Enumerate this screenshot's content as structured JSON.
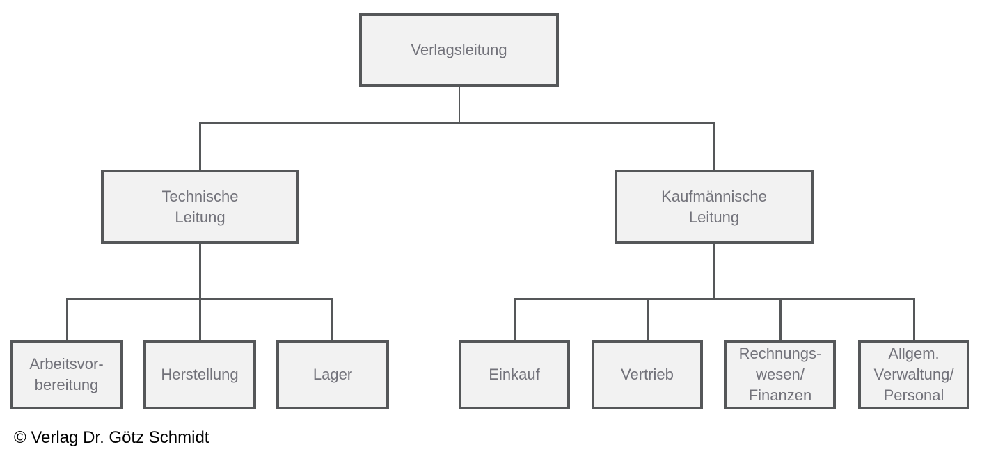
{
  "colors": {
    "box_fill": "#f2f2f2",
    "box_border": "#555759",
    "box_text": "#72727a",
    "connector": "#555759",
    "copyright_text": "#000000"
  },
  "footer": {
    "copyright": "© Verlag Dr. Götz Schmidt"
  },
  "diagram": {
    "type": "org-chart",
    "nodes": [
      {
        "id": "verlagsleitung",
        "label": "Verlagsleitung",
        "parent": null
      },
      {
        "id": "technische-leitung",
        "label": "Technische\nLeitung",
        "parent": "verlagsleitung"
      },
      {
        "id": "kaufmaennische-leitung",
        "label": "Kaufmännische\nLeitung",
        "parent": "verlagsleitung"
      },
      {
        "id": "arbeitsvorbereitung",
        "label": "Arbeitsvor-\nbereitung",
        "parent": "technische-leitung"
      },
      {
        "id": "herstellung",
        "label": "Herstellung",
        "parent": "technische-leitung"
      },
      {
        "id": "lager",
        "label": "Lager",
        "parent": "technische-leitung"
      },
      {
        "id": "einkauf",
        "label": "Einkauf",
        "parent": "kaufmaennische-leitung"
      },
      {
        "id": "vertrieb",
        "label": "Vertrieb",
        "parent": "kaufmaennische-leitung"
      },
      {
        "id": "rechnungswesen-finanzen",
        "label": "Rechnungs-\nwesen/\nFinanzen",
        "parent": "kaufmaennische-leitung"
      },
      {
        "id": "allgem-verwaltung-personal",
        "label": "Allgem.\nVerwaltung/\nPersonal",
        "parent": "kaufmaennische-leitung"
      }
    ]
  }
}
